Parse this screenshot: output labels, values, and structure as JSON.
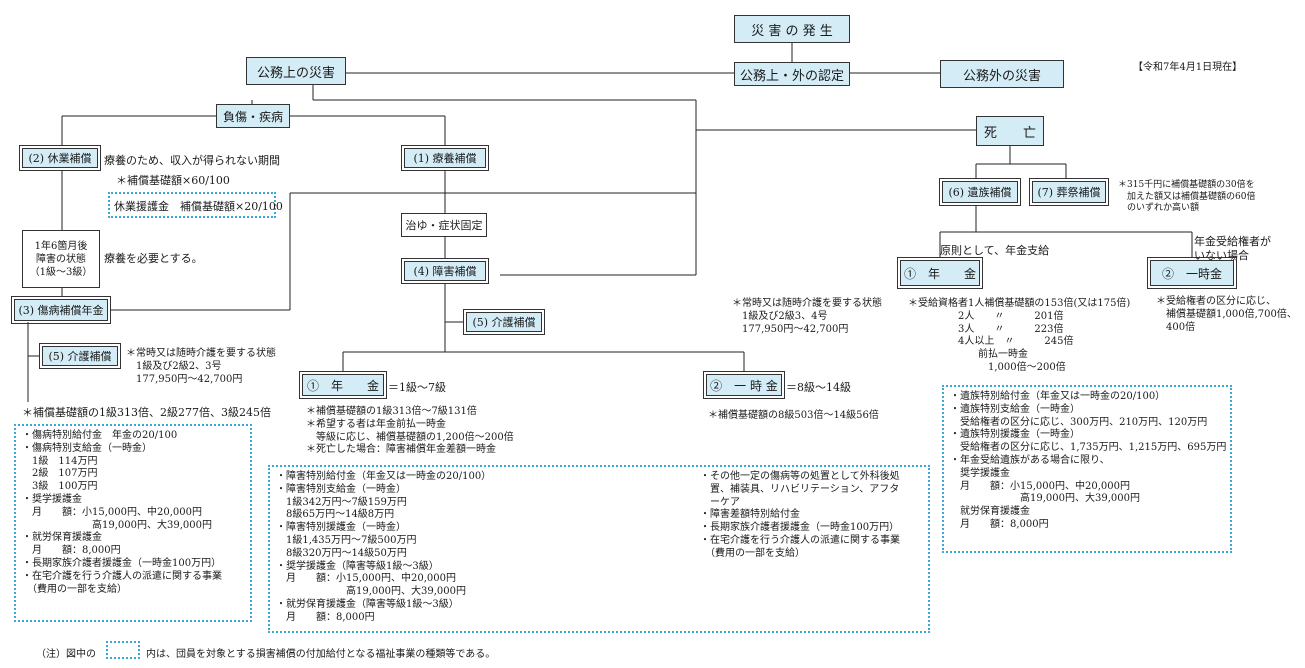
{
  "date_note": "【令和7年4月1日現在】",
  "top": {
    "disaster": "災 害 の 発 生",
    "approval": "公務上・外の認定",
    "on_duty": "公務上の災害",
    "off_duty": "公務外の災害"
  },
  "branches": {
    "injury": "負傷・疾病",
    "death": "死　　亡",
    "cure": "治ゆ・症状固定"
  },
  "left": {
    "leave": "(2)  休業補償",
    "leave_desc": "療養のため、収入が得られない期間",
    "leave_amount": "＊補償基礎額×60/100",
    "leave_aid": "休業援護金　補償基礎額×20/100",
    "status_box": "1年6箇月後\n障害の状態\n（1級～3級）",
    "status_note": "療養を必要とする。",
    "pension": "(3)  傷病補償年金",
    "care": "(5)  介護補償",
    "care_desc": "＊常時又は随時介護を要する状態\n　1級及び2級2、3号\n　177,950円～42,700円",
    "pension_amount": "＊補償基礎額の1級313倍、2級277倍、3級245倍",
    "welfare": "・傷病特別給付金　年金の20/100\n・傷病特別支給金（一時金）\n　1級　114万円\n　2級　107万円\n　3級　100万円\n・奨学援護金\n　月　　額：小15,000円、中20,000円\n　　　　　　　高19,000円、大39,000円\n・就労保育援護金\n　月　　額：8,000円\n・長期家族介護者援護金（一時金100万円）\n・在宅介護を行う介護人の派遣に関する事業\n　（費用の一部を支給）"
  },
  "middle": {
    "medical": "(1)  療養補償",
    "disability": "(4)  障害補償",
    "care": "(5)  介護補償",
    "annuity": "①　年　　金",
    "annuity_range": "＝1級～7級",
    "lump": "②　一 時 金",
    "lump_range": "＝8級～14級",
    "annuity_notes": "＊補償基礎額の1級313倍～7級131倍\n＊希望する者は年金前払一時金\n　等級に応じ、補償基礎額の1,200倍～200倍\n＊死亡した場合：障害補償年金差額一時金",
    "lump_note": "＊補償基礎額の8級503倍～14級56倍",
    "care_desc": "＊常時又は随時介護を要する状態\n　1級及び2級3、4号\n　177,950円～42,700円",
    "welfare_left": "・障害特別給付金（年金又は一時金の20/100）\n・障害特別支給金（一時金）\n　1級342万円～7級159万円\n　8級65万円～14級8万円\n・障害特別援護金（一時金）\n　1級1,435万円～7級500万円\n　8級320万円～14級50万円\n・奨学援護金（障害等級1級～3級）\n　月　　額：小15,000円、中20,000円\n　　　　　　　高19,000円、大39,000円\n・就労保育援護金（障害等級1級～3級）\n　月　　額：8,000円",
    "welfare_right": "・その他一定の傷病等の処置として外科後処\n　置、補装具、リハビリテーション、アフタ\n　ーケア\n・障害差額特別給付金\n・長期家族介護者援護金（一時金100万円）\n・在宅介護を行う介護人の派遣に関する事業\n　（費用の一部を支給）"
  },
  "right": {
    "survivor": "(6)  遺族補償",
    "funeral": "(7)  葬祭補償",
    "funeral_note": "＊315千円に補償基礎額の30倍を\n　加えた額又は補償基礎額の60倍\n　のいずれか高い額",
    "principle": "原則として、年金支給",
    "no_heir": "年金受給権者が\nいない場合",
    "annuity": "①　年　　金",
    "lump": "②　一時金",
    "annuity_notes": "＊受給資格者1人補償基礎額の153倍(又は175倍)\n　　　　　2人　　〃　　　201倍\n　　　　　3人　　〃　　　223倍\n　　　　　4人以上　〃　　　245倍\n　　　　　　　前払一時金\n　　　　　　　　1,000倍～200倍",
    "lump_notes": "＊受給権者の区分に応じ、\n　補償基礎額1,000倍,700倍、\n　400倍",
    "welfare": "・遺族特別給付金（年金又は一時金の20/100）\n・遺族特別支給金（一時金）\n　受給権者の区分に応じ、300万円、210万円、120万円\n・遺族特別援護金（一時金）\n　受給権者の区分に応じ、1,735万円、1,215万円、695万円\n・年金受給遺族がある場合に限り、\n　奨学援護金\n　月　　額：小15,000円、中20,000円\n　　　　　　　高19,000円、大39,000円\n　就労保育援護金\n　月　　額：8,000円"
  },
  "footnote_pre": "（注）図中の",
  "footnote_post": "内は、団員を対象とする損害補償の付加給付となる福祉事業の種類等である。"
}
